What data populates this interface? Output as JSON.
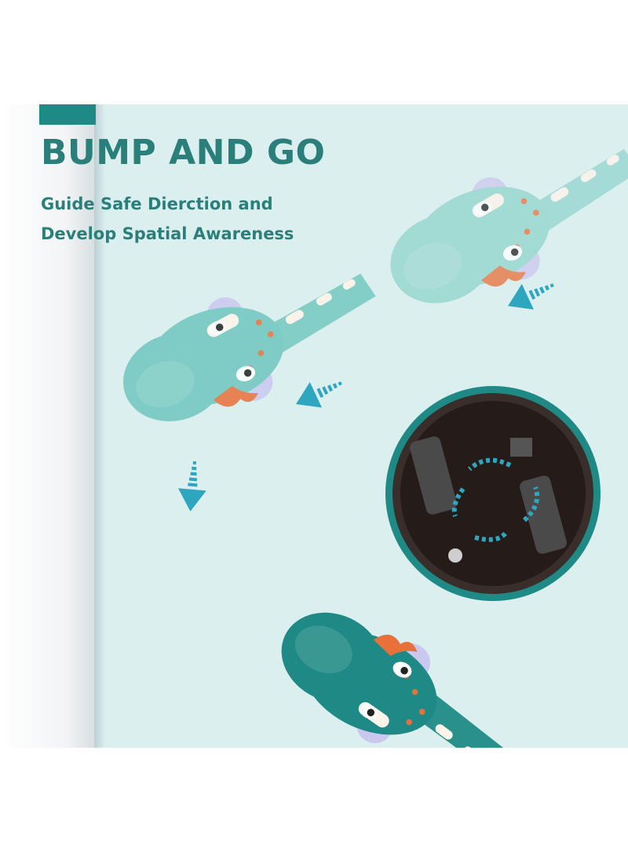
{
  "headline": "BUMP AND GO",
  "subline": [
    "Guide Safe Dierction and",
    "Develop Spatial Awareness"
  ],
  "colors": {
    "teal_dark": "#1f8a85",
    "teal_light": "#8fd3cc",
    "text": "#2a7f7a",
    "arrow": "#2fa6c0",
    "orange": "#e8703a",
    "background": "#dcefef"
  },
  "icons": [
    "dinosaur-toy",
    "wheel-base",
    "direction-arrow"
  ]
}
